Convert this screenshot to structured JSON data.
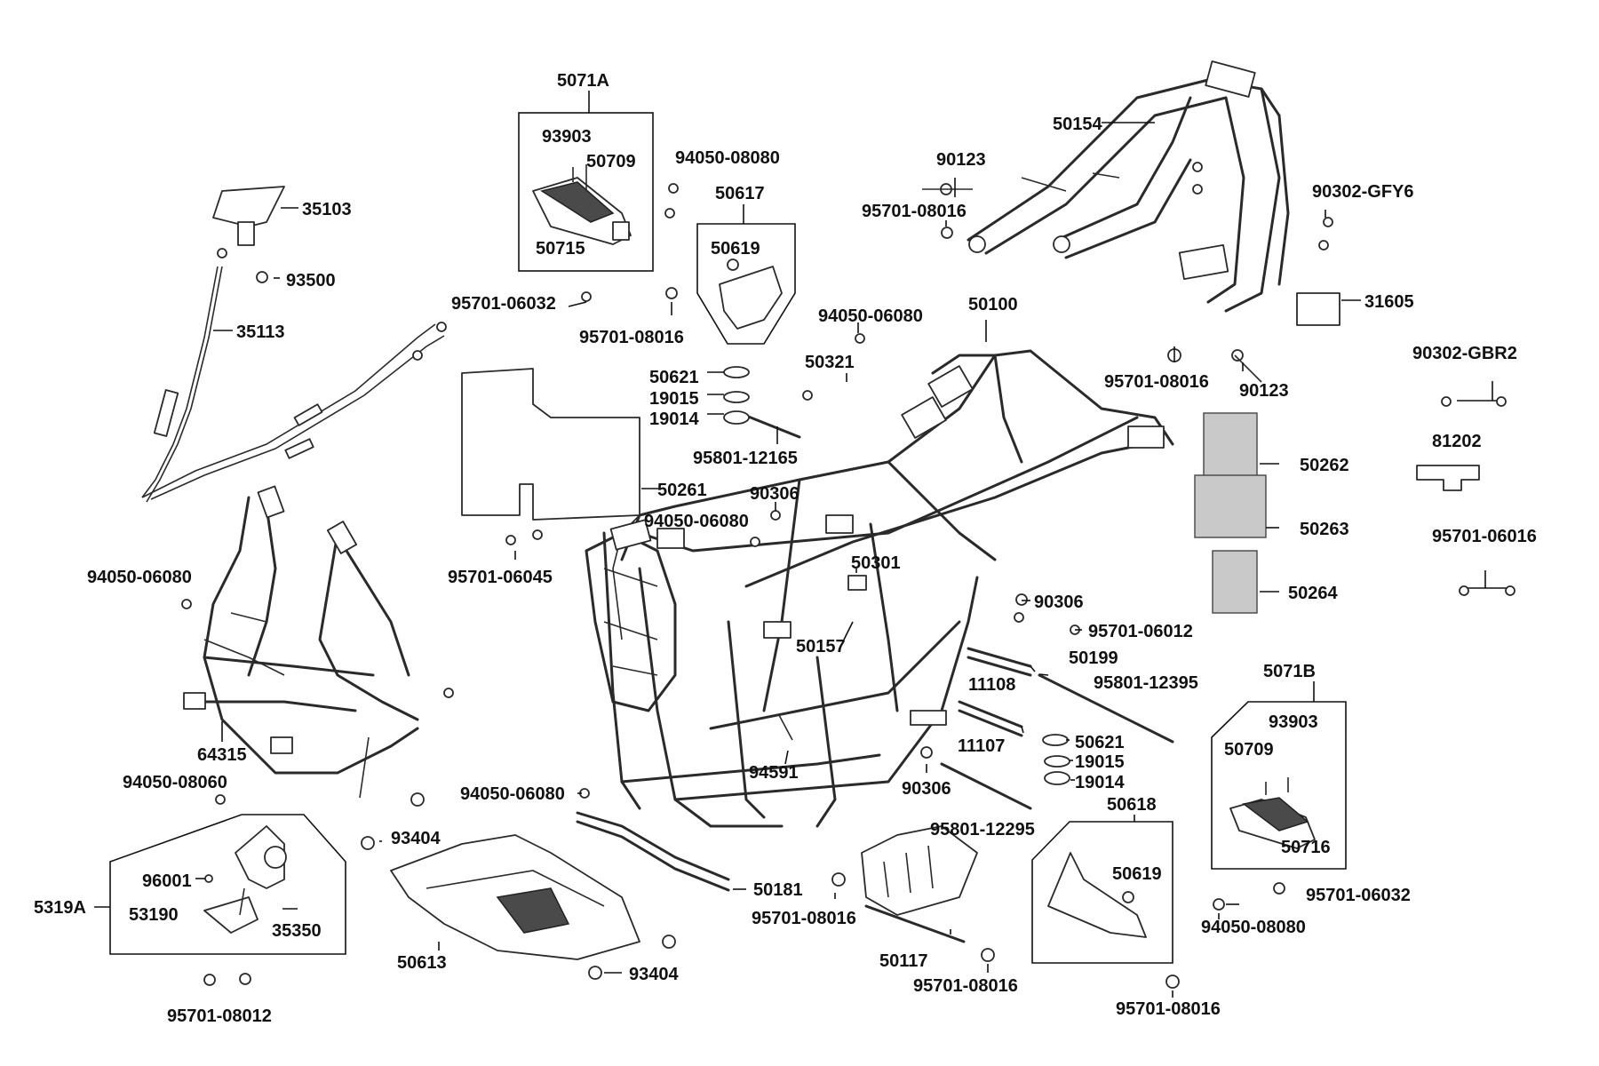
{
  "labels": {
    "p5071A": "5071A",
    "p93903a": "93903",
    "p50709a": "50709",
    "p50715": "50715",
    "p94050_08080a": "94050-08080",
    "p50617": "50617",
    "p50619a": "50619",
    "p95701_06032a": "95701-06032",
    "p95701_08016a": "95701-08016",
    "p35103": "35103",
    "p93500": "93500",
    "p35113": "35113",
    "p50154": "50154",
    "p90123a": "90123",
    "p95701_08016b": "95701-08016",
    "p90302_GFY6": "90302-GFY6",
    "p31605": "31605",
    "p94050_06080a": "94050-06080",
    "p50100": "50100",
    "p95701_08016c": "95701-08016",
    "p90123b": "90123",
    "p90302_GBR2": "90302-GBR2",
    "p50321": "50321",
    "p50621a": "50621",
    "p19015a": "19015",
    "p19014a": "19014",
    "p95801_12165": "95801-12165",
    "p81202": "81202",
    "p50262": "50262",
    "p50261": "50261",
    "p90306a": "90306",
    "p94050_06080b": "94050-06080",
    "p50263": "50263",
    "p95701_06016": "95701-06016",
    "p95701_06045": "95701-06045",
    "p50301": "50301",
    "p94050_06080c": "94050-06080",
    "p50264": "50264",
    "p90306b": "90306",
    "p95701_06012": "95701-06012",
    "p50157": "50157",
    "p50199": "50199",
    "p11108": "11108",
    "p95801_12395": "95801-12395",
    "p5071B": "5071B",
    "p93903b": "93903",
    "p50709b": "50709",
    "p50716": "50716",
    "p11107": "11107",
    "p50621b": "50621",
    "p19015b": "19015",
    "p19014b": "19014",
    "p64315": "64315",
    "p94050_08060": "94050-08060",
    "p94591": "94591",
    "p90306c": "90306",
    "p94050_06080d": "94050-06080",
    "p95801_12295": "95801-12295",
    "p50618": "50618",
    "p93404a": "93404",
    "p96001": "96001",
    "p50619b": "50619",
    "p5319A": "5319A",
    "p53190": "53190",
    "p35350": "35350",
    "p50181": "50181",
    "p95701_08016d": "95701-08016",
    "p95701_06032b": "95701-06032",
    "p50117": "50117",
    "p94050_08080b": "94050-08080",
    "p50613": "50613",
    "p93404b": "93404",
    "p95701_08016e": "95701-08016",
    "p95701_08016f": "95701-08016",
    "p95701_08012": "95701-08012"
  }
}
